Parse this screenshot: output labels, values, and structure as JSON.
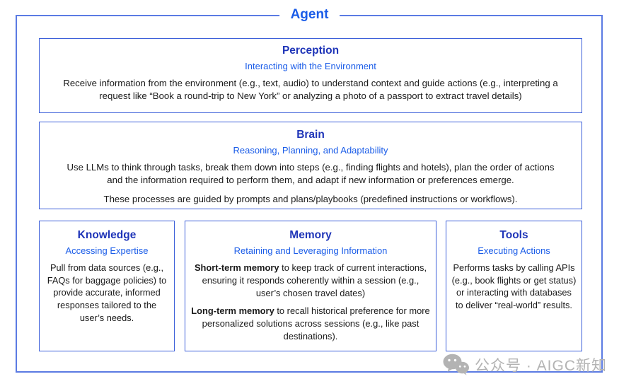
{
  "diagram": {
    "title": "Agent",
    "perception": {
      "title": "Perception",
      "subtitle": "Interacting with the Environment",
      "body": "Receive information from the environment (e.g., text, audio) to understand context and guide actions (e.g., interpreting a request like “Book a round-trip to New York” or analyzing a photo of a passport to extract travel details)"
    },
    "brain": {
      "title": "Brain",
      "subtitle": "Reasoning, Planning, and Adaptability",
      "body1": "Use LLMs to think through tasks, break them down into steps (e.g., finding flights and hotels), plan the order of actions and the information required to perform them, and adapt if new information or preferences emerge.",
      "body2": "These processes are guided by prompts and plans/playbooks (predefined instructions or workflows)."
    },
    "knowledge": {
      "title": "Knowledge",
      "subtitle": "Accessing Expertise",
      "body": "Pull from data sources (e.g., FAQs for baggage policies) to provide accurate, informed responses tailored to the user’s needs."
    },
    "memory": {
      "title": "Memory",
      "subtitle": "Retaining and Leveraging Information",
      "para1_bold": "Short-term memory",
      "para1_rest": " to keep track of current interactions, ensuring it responds coherently within a session (e.g., user’s chosen travel dates)",
      "para2_bold": "Long-term memory",
      "para2_rest": " to recall historical preference for more personalized solutions across sessions (e.g., like past destinations)."
    },
    "tools": {
      "title": "Tools",
      "subtitle": "Executing Actions",
      "body": "Performs tasks by calling APIs (e.g., book flights or get status) or interacting with databases to deliver “real-world” results."
    }
  },
  "watermark": {
    "icon": "wechat-icon",
    "text": "公众号 · AIGC新知"
  },
  "colors": {
    "outer_border": "#5B7BE3",
    "inner_border": "#3C5FD9",
    "title": "#1F35B8",
    "subtitle": "#1A5CE8",
    "body": "#1A1A1A",
    "watermark": "#B3B3B3"
  }
}
